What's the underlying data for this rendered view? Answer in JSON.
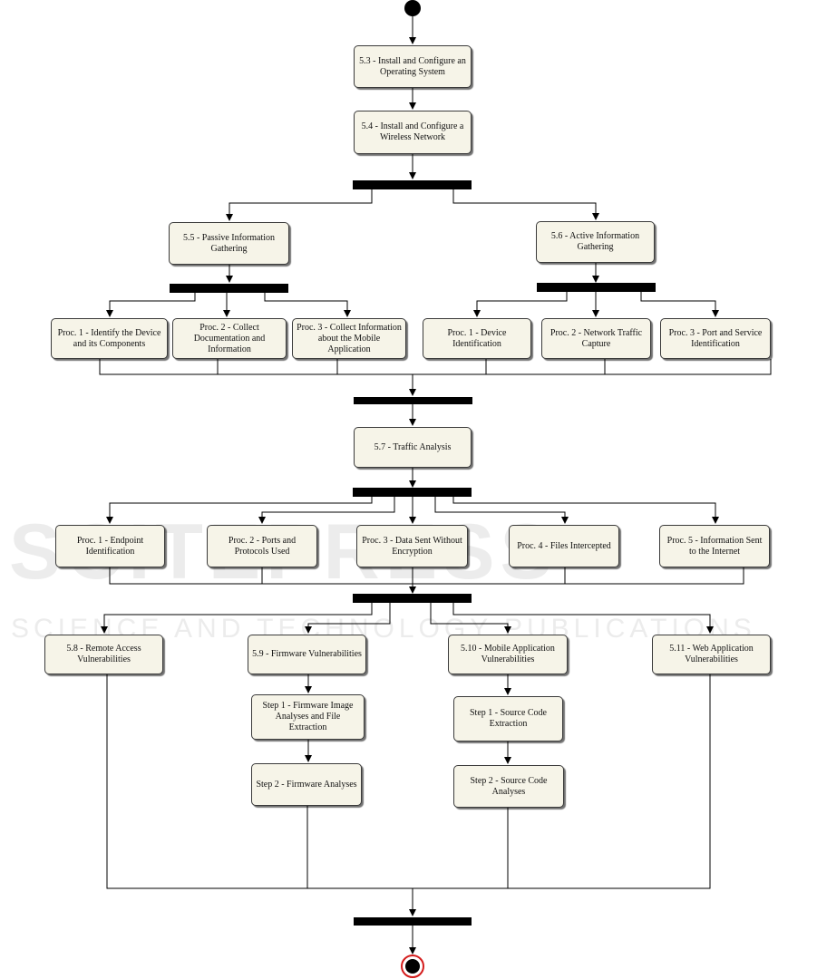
{
  "watermark": {
    "title": "SCITEPRESS",
    "subtitle": "SCIENCE AND TECHNOLOGY PUBLICATIONS"
  },
  "nodes": {
    "n53": "5.3 - Install and Configure an Operating System",
    "n54": "5.4 - Install and Configure a Wireless Network",
    "n55": "5.5 - Passive Information Gathering",
    "n56": "5.6 - Active Information Gathering",
    "p1": "Proc. 1 - Identify the Device and its Components",
    "p2": "Proc. 2 - Collect Documentation and Information",
    "p3": "Proc. 3 - Collect Information about the Mobile Application",
    "a1": "Proc. 1 - Device Identification",
    "a2": "Proc. 2 - Network Traffic Capture",
    "a3": "Proc. 3 - Port and Service Identification",
    "n57": "5.7 - Traffic Analysis",
    "t1": "Proc. 1 - Endpoint Identification",
    "t2": "Proc. 2 - Ports and Protocols Used",
    "t3": "Proc. 3 - Data Sent Without Encryption",
    "t4": "Proc. 4 - Files Intercepted",
    "t5": "Proc. 5 - Information Sent to the Internet",
    "n58": "5.8 - Remote Access Vulnerabilities",
    "n59": "5.9 - Firmware Vulnerabilities",
    "n510": "5.10 - Mobile Application Vulnerabilities",
    "n511": "5.11 - Web Application Vulnerabilities",
    "fw1": "Step 1 - Firmware Image Analyses and File Extraction",
    "fw2": "Step 2 - Firmware Analyses",
    "mb1": "Step 1 - Source Code Extraction",
    "mb2": "Step 2 - Source Code Analyses"
  }
}
